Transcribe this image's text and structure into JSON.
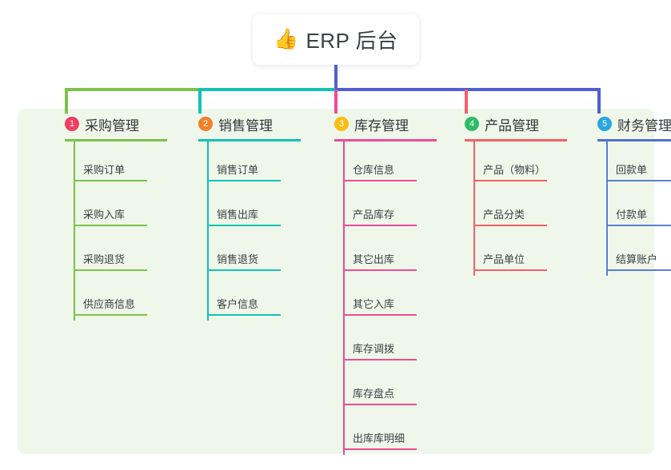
{
  "page": {
    "background": "#ffffff",
    "panel_background": "#eef7e9"
  },
  "title": {
    "icon": "thumbs-up-icon",
    "icon_glyph": "👍",
    "text": "ERP 后台"
  },
  "connectors": {
    "trunk_color": "#4f5fd0",
    "segments": [
      {
        "name": "segment-green",
        "color": "#7dc24b"
      },
      {
        "name": "segment-teal",
        "color": "#12c2b5"
      },
      {
        "name": "segment-blue",
        "color": "#4f5fd0"
      }
    ],
    "stubs": [
      {
        "name": "stub-purchasing",
        "color": "#7dc24b"
      },
      {
        "name": "stub-sales",
        "color": "#12c2b5"
      },
      {
        "name": "stub-inventory",
        "color": "#ed4c99"
      },
      {
        "name": "stub-product",
        "color": "#f5606a"
      },
      {
        "name": "stub-finance",
        "color": "#4f5fd0"
      }
    ]
  },
  "columns": [
    {
      "id": "purchasing",
      "number": "1",
      "badge_color": "#ef3e62",
      "accent": "#7dc24b",
      "rule_color": "#7dc24b",
      "title": "采购管理",
      "items": [
        "采购订单",
        "采购入库",
        "采购退货",
        "供应商信息"
      ]
    },
    {
      "id": "sales",
      "number": "2",
      "badge_color": "#f2802a",
      "accent": "#12c2b5",
      "rule_color": "#12c2b5",
      "title": "销售管理",
      "items": [
        "销售订单",
        "销售出库",
        "销售退货",
        "客户信息"
      ]
    },
    {
      "id": "inventory",
      "number": "3",
      "badge_color": "#fbbd16",
      "accent": "#ed4c99",
      "rule_color": "#ed4c99",
      "title": "库存管理",
      "items": [
        "仓库信息",
        "产品库存",
        "其它出库",
        "其它入库",
        "库存调拨",
        "库存盘点",
        "出库库明细"
      ]
    },
    {
      "id": "product",
      "number": "4",
      "badge_color": "#2cbd66",
      "accent": "#f5606a",
      "rule_color": "#f5606a",
      "title": "产品管理",
      "items": [
        "产品（物料）",
        "产品分类",
        "产品单位"
      ]
    },
    {
      "id": "finance",
      "number": "5",
      "badge_color": "#29a5e3",
      "accent": "#5b7fd4",
      "rule_color": "#4f6fd0",
      "title": "财务管理",
      "items": [
        "回款单",
        "付款单",
        "结算账户"
      ]
    }
  ]
}
